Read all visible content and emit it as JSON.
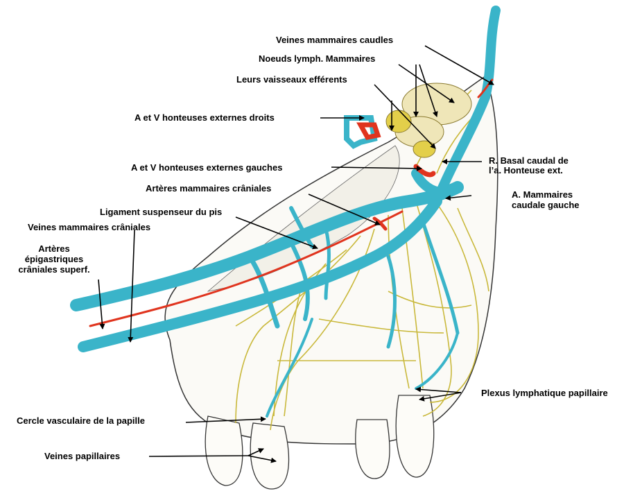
{
  "labels": {
    "veines_mammaires_caudles": "Veines mammaires caudles",
    "noeuds_lymph_mammaires": "Noeuds lymph. Mammaires",
    "leurs_vaisseaux_efferents": "Leurs vaisseaux efférents",
    "av_honteuses_externes_droits": "A et V honteuses externes droits",
    "r_basal_caudal_line1": "R. Basal caudal de",
    "r_basal_caudal_line2": "l’a. Honteuse ext.",
    "av_honteuses_externes_gauches": "A et V honteuses externes gauches",
    "arteres_mammaires_craniales": "Artères mammaires crâniales",
    "a_mammaires_line1": "A. Mammaires",
    "a_mammaires_line2": "caudale gauche",
    "ligament_suspenseur": "Ligament suspenseur du pis",
    "veines_mammaires_craniales": "Veines mammaires crâniales",
    "arteres_epigastriques_line1": "Artères",
    "arteres_epigastriques_line2": "épigastriques",
    "arteres_epigastriques_line3": "crâniales superf.",
    "plexus_lymphatique": "Plexus lymphatique papillaire",
    "cercle_vasculaire": "Cercle vasculaire de la papille",
    "veines_papillaires": "Veines papillaires"
  },
  "colors": {
    "vein": "#3ab4c9",
    "artery": "#e0341e",
    "lymph": "#c9b83a",
    "node": "#efe6b8",
    "tissue_outline": "#333333"
  }
}
